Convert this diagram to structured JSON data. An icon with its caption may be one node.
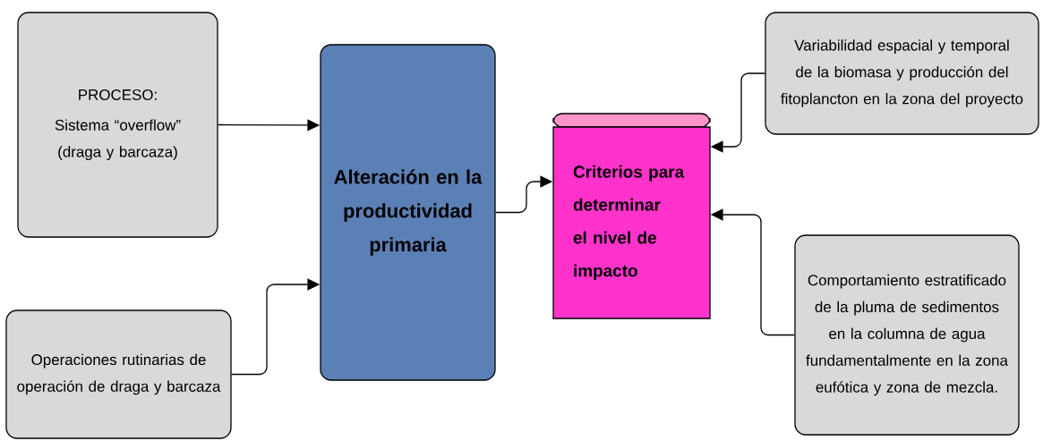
{
  "diagram": {
    "nodes": [
      {
        "text": [
          "PROCESO:",
          "Sistema “overflow” (draga y barcaza)"
        ]
      },
      {
        "text": [
          "Operaciones rutinarias de operación de draga y barcaza"
        ]
      },
      {
        "text": [
          "Alteración en la productividad primaria"
        ]
      },
      {
        "text": [
          "Criterios para determinar el nivel de impacto"
        ]
      },
      {
        "text": [
          "Variabilidad espacial y temporal de la biomasa y producción del fitoplancton en la zona del proyecto"
        ]
      },
      {
        "text": [
          "Comportamiento estratificado de la pluma de sedimentos en la columna de agua fundamentalmente en la zona eufótica y zona de mezcla."
        ]
      }
    ],
    "edges": [
      {
        "from": 0,
        "to": 2,
        "arrow": "to"
      },
      {
        "from": 1,
        "to": 2,
        "arrow": "to"
      },
      {
        "from": 2,
        "to": 3,
        "arrow": "to"
      },
      {
        "from": 4,
        "to": 3,
        "arrow": "to"
      },
      {
        "from": 5,
        "to": 3,
        "arrow": "to"
      }
    ]
  }
}
